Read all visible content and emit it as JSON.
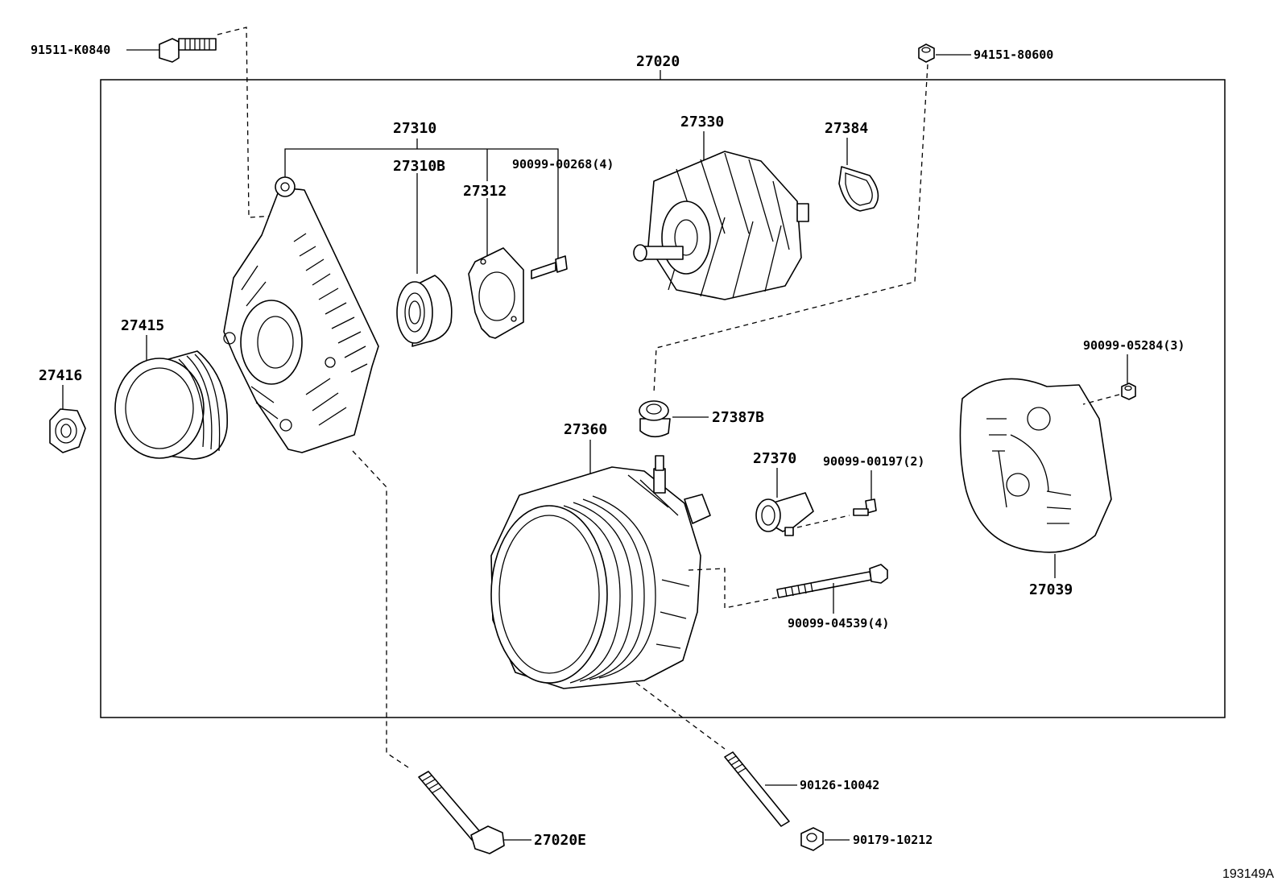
{
  "diagram": {
    "labels": {
      "assembly": "27020",
      "bolt_top_left": "91511-K0840",
      "nut_top_right": "94151-80600",
      "frame_set": "27310",
      "bearing": "27310B",
      "retainer": "27312",
      "screw_retainer": "90099-00268(4)",
      "rotor": "27330",
      "insulator": "27384",
      "pulley": "27415",
      "pulley_nut": "27416",
      "cap": "27387B",
      "stator_frame": "27360",
      "brush_holder": "27370",
      "screw_brush": "90099-00197(2)",
      "nut_cover": "90099-05284(3)",
      "rear_cover": "27039",
      "through_bolt": "90099-04539(4)",
      "stud": "90126-10042",
      "stud_nut": "90179-10212",
      "mount_bolt": "27020E"
    },
    "reference": "193149A"
  }
}
